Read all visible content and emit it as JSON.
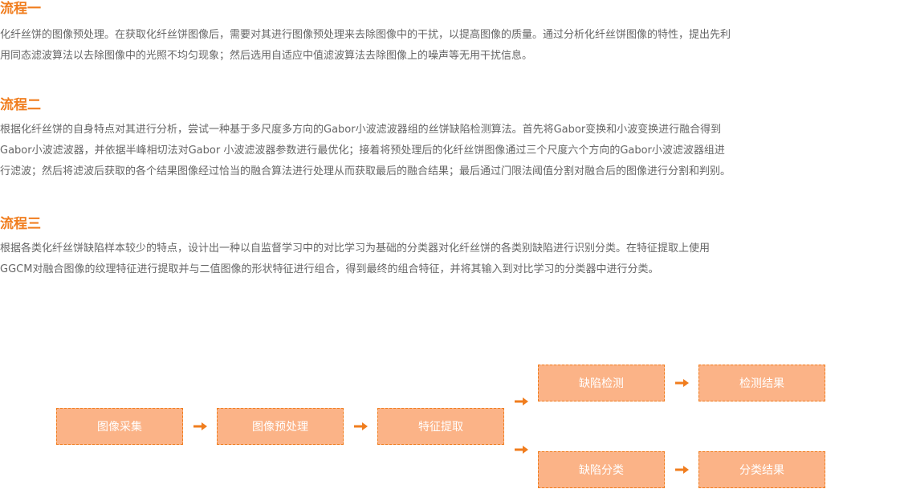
{
  "sections": [
    {
      "title": "流程一",
      "lines": [
        "化纤丝饼的图像预处理。在获取化纤丝饼图像后，需要对其进行图像预处理来去除图像中的干扰，以提高图像的质量。通过分析化纤丝饼图像的特性，提出先利",
        "用同态滤波算法以去除图像中的光照不均匀现象；然后选用自适应中值滤波算法去除图像上的噪声等无用干扰信息。"
      ]
    },
    {
      "title": "流程二",
      "lines": [
        "根据化纤丝饼的自身特点对其进行分析，尝试一种基于多尺度多方向的Gabor小波滤波器组的丝饼缺陷检测算法。首先将Gabor变换和小波变换进行融合得到",
        "Gabor小波滤波器，并依据半峰相切法对Gabor 小波滤波器参数进行最优化；接着将预处理后的化纤丝饼图像通过三个尺度六个方向的Gabor小波滤波器组进",
        "行滤波；然后将滤波后获取的各个结果图像经过恰当的融合算法进行处理从而获取最后的融合结果；最后通过门限法阈值分割对融合后的图像进行分割和判别。"
      ]
    },
    {
      "title": "流程三",
      "lines": [
        "根据各类化纤丝饼缺陷样本较少的特点，设计出一种以自监督学习中的对比学习为基础的分类器对化纤丝饼的各类别缺陷进行识别分类。在特征提取上使用",
        "GGCM对融合图像的纹理特征进行提取并与二值图像的形状特征进行组合，得到最终的组合特征，并将其输入到对比学习的分类器中进行分类。"
      ]
    }
  ],
  "flow": {
    "acquire": "图像采集",
    "preprocess": "图像预处理",
    "feature": "特征提取",
    "detect": "缺陷检测",
    "detect_result": "检测结果",
    "classify": "缺陷分类",
    "classify_result": "分类结果"
  },
  "colors": {
    "accent": "#f07d1e",
    "box_fill": "#fbb387",
    "body_text": "#666666"
  }
}
